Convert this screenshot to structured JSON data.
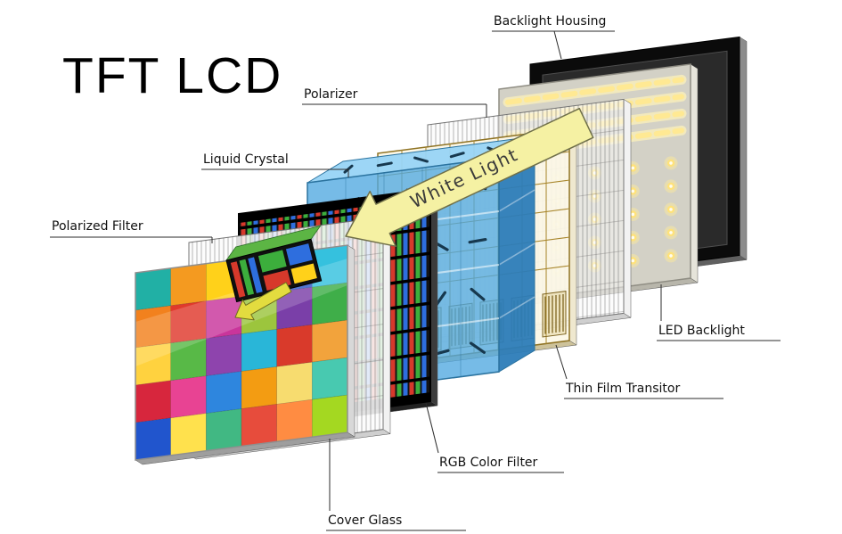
{
  "title": "TFT LCD",
  "white_light": {
    "label": "White Light",
    "fill": "#f5f1a3",
    "stroke": "#70704a",
    "text_color": "#3a3a3a"
  },
  "labels": {
    "backlight_housing": "Backlight Housing",
    "polarizer": "Polarizer",
    "liquid_crystal": "Liquid Crystal",
    "polarized_filter": "Polarized Filter",
    "led_backlight": "LED Backlight",
    "thin_film_transistor": "Thin Film Transitor",
    "rgb_color_filter": "RGB Color Filter",
    "cover_glass": "Cover Glass"
  },
  "panels": {
    "backlight_housing": {
      "frame": "#0b0b0b",
      "inner": "#2a2a2a",
      "inner_frame": "#4d4d4d"
    },
    "led_backlight": {
      "bg": "#d3d1c6",
      "frame": "#8f8d83",
      "strip": "#ffe993",
      "dot": "#ffe27a",
      "strip_count": 4,
      "dot_rows": 5,
      "dot_cols": 5
    },
    "polarizer": {
      "bg": "rgba(249,249,249,0.55)",
      "stripe": "rgba(75,75,75,0.4)",
      "frame": "#767676"
    },
    "thin_film_transistor": {
      "bg": "rgba(252,247,230,0.92)",
      "grid": "#a8862c",
      "comb": "#7e6420",
      "frame": "#8f7324",
      "comb_cols": 6
    },
    "liquid_crystal": {
      "front": "rgba(80,168,224,0.78)",
      "top": "rgba(152,212,245,0.95)",
      "side": "rgba(44,124,184,0.95)",
      "rod": "#17384e",
      "frame": "#2b739f"
    },
    "rgb_color_filter": {
      "bg": "#141414",
      "stripes": [
        "#d7392b",
        "#3cae3c",
        "#2e6ede"
      ]
    },
    "polarized_filter": {
      "bg": "rgba(252,252,252,0.88)",
      "stripe": "rgba(85,85,85,0.42)",
      "frame": "#767676"
    },
    "cover_glass": {
      "frame": "#8f8f8f",
      "tiles": [
        [
          "#21b0a5",
          "#f49a20",
          "#ffd11a",
          "#53b948",
          "#2f58c9",
          "#35c1de"
        ],
        [
          "#f2811d",
          "#e0392c",
          "#c9359b",
          "#9cc53d",
          "#7a3fa8",
          "#3fae49"
        ],
        [
          "#ffd23f",
          "#58b947",
          "#8e44ad",
          "#29b6d8",
          "#d93a2b",
          "#f2a33c"
        ],
        [
          "#d7263d",
          "#e84393",
          "#2e86de",
          "#f39c12",
          "#f7dc6f",
          "#48c9b0"
        ],
        [
          "#2155cd",
          "#ffe14d",
          "#41b883",
          "#e74c3c",
          "#ff8c42",
          "#a4d821"
        ]
      ]
    }
  },
  "pixel_chip": {
    "top_fill": "#5cb544",
    "tiles": [
      "#3cae3c",
      "#2e6ede",
      "#d7392b",
      "#ffd11a"
    ],
    "arrow_fill": "#e3dc3f"
  }
}
